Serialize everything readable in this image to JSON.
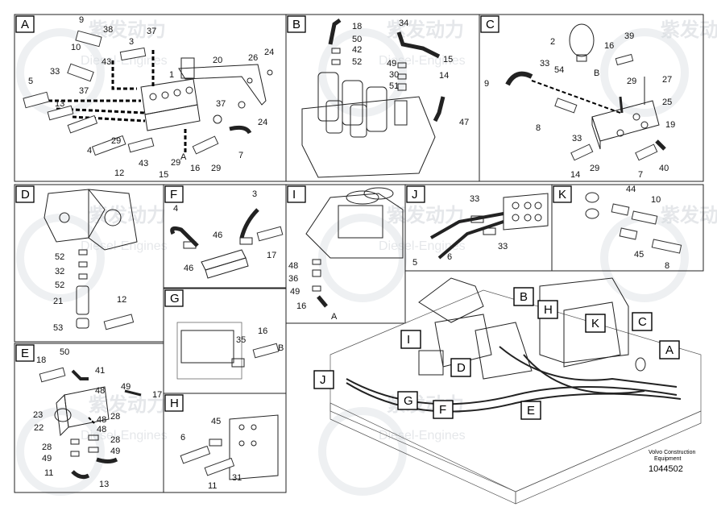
{
  "panels": [
    {
      "letter": "A",
      "labels": [
        "9",
        "38",
        "37",
        "3",
        "20",
        "26",
        "24",
        "10",
        "43",
        "33",
        "5",
        "37",
        "1",
        "13",
        "37",
        "24",
        "4",
        "29",
        "43",
        "15",
        "29",
        "7",
        "12",
        "A",
        "16",
        "29"
      ]
    },
    {
      "letter": "B",
      "labels": [
        "18",
        "50",
        "42",
        "52",
        "34",
        "15",
        "49",
        "30",
        "51",
        "14",
        "47"
      ]
    },
    {
      "letter": "C",
      "labels": [
        "2",
        "16",
        "39",
        "33",
        "54",
        "B",
        "29",
        "27",
        "9",
        "25",
        "19",
        "8",
        "33",
        "14",
        "29",
        "7",
        "40"
      ]
    },
    {
      "letter": "D",
      "labels": [
        "52",
        "32",
        "52",
        "21",
        "12",
        "53"
      ]
    },
    {
      "letter": "F",
      "labels": [
        "4",
        "3",
        "46",
        "46",
        "17"
      ]
    },
    {
      "letter": "I",
      "labels": [
        "48",
        "36",
        "49",
        "16",
        "A"
      ]
    },
    {
      "letter": "J",
      "labels": [
        "33",
        "33",
        "5",
        "6"
      ]
    },
    {
      "letter": "K",
      "labels": [
        "44",
        "10",
        "45",
        "8"
      ]
    },
    {
      "letter": "G",
      "labels": [
        "35",
        "16",
        "B"
      ]
    },
    {
      "letter": "E",
      "labels": [
        "18",
        "50",
        "41",
        "48",
        "23",
        "49",
        "17",
        "22",
        "28",
        "48",
        "48",
        "28",
        "28",
        "49",
        "49",
        "11",
        "13"
      ]
    },
    {
      "letter": "H",
      "labels": [
        "45",
        "6",
        "11",
        "31"
      ]
    }
  ],
  "callouts": [
    "B",
    "H",
    "I",
    "K",
    "C",
    "A",
    "D",
    "J",
    "G",
    "F",
    "E"
  ],
  "caption": {
    "line1": "Volvo Construction",
    "line2": "Equipment",
    "number": "1044502"
  },
  "watermark": {
    "cn": "紫发动力",
    "en": "Diesel-Engines"
  }
}
